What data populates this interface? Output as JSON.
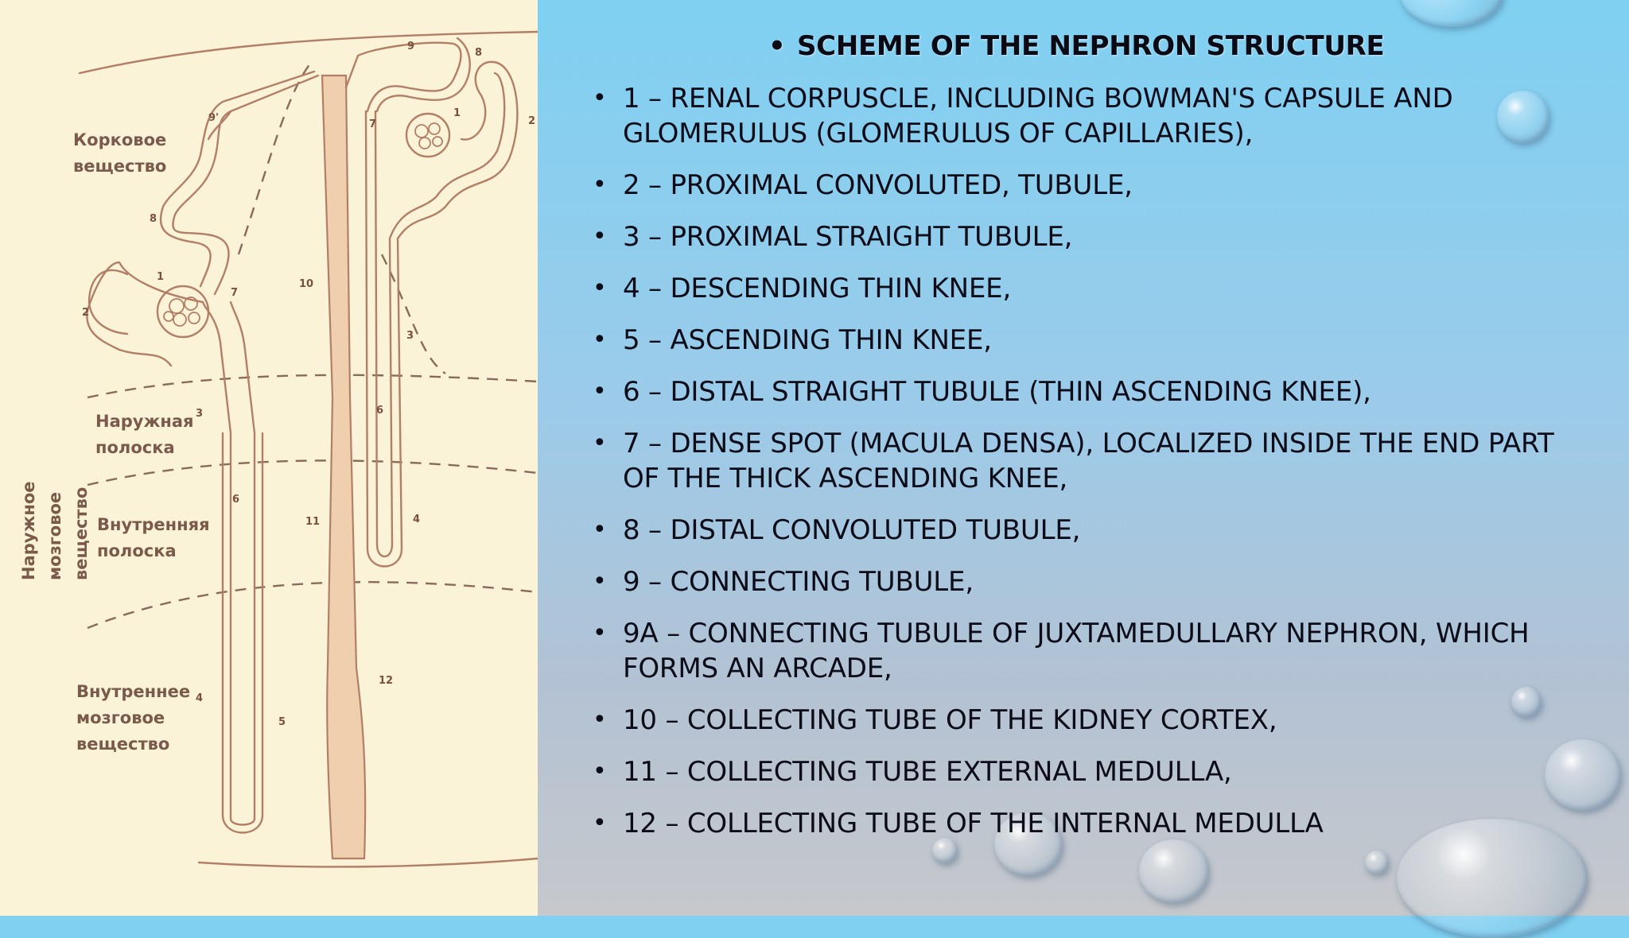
{
  "slide": {
    "title": "SCHEME OF THE NEPHRON STRUCTURE",
    "items": [
      "1 – RENAL CORPUSCLE, INCLUDING BOWMAN'S CAPSULE AND GLOMERULUS (GLOMERULUS OF CAPILLARIES),",
      "2 – PROXIMAL CONVOLUTED, TUBULE,",
      "3 – PROXIMAL STRAIGHT TUBULE,",
      "4 – DESCENDING THIN KNEE,",
      "5 – ASCENDING THIN KNEE,",
      "6 – DISTAL STRAIGHT TUBULE (THIN ASCENDING KNEE),",
      "7 – DENSE SPOT (MACULA DENSA), LOCALIZED INSIDE THE END PART OF THE THICK ASCENDING KNEE,",
      "8 – DISTAL CONVOLUTED TUBULE,",
      "9 – CONNECTING TUBULE,",
      "9A – CONNECTING TUBULE OF JUXTAMEDULLARY NEPHRON, WHICH FORMS AN ARCADE,",
      "10 – COLLECTING TUBE OF THE KIDNEY CORTEX,",
      "11 – COLLECTING TUBE EXTERNAL MEDULLA,",
      "12 – COLLECTING TUBE OF THE INTERNAL MEDULLA"
    ]
  },
  "figure": {
    "zone_labels": {
      "cortex": "Корковое\nвещество",
      "outer_stripe": "Наружная\nполоска",
      "inner_stripe": "Внутренняя\nполоска",
      "inner_medulla": "Внутреннее\nмозговое\nвещество",
      "outer_medulla_vertical_1": "Наружное",
      "outer_medulla_vertical_2": "мозговое",
      "outer_medulla_vertical_3": "вещество"
    },
    "numbers": {
      "n1": "1",
      "n2": "2",
      "n3": "3",
      "n4": "4",
      "n5": "5",
      "n6": "6",
      "n7": "7",
      "n8": "8",
      "n9": "9",
      "n9a": "9'",
      "n10": "10",
      "n11": "11",
      "n12": "12"
    }
  }
}
